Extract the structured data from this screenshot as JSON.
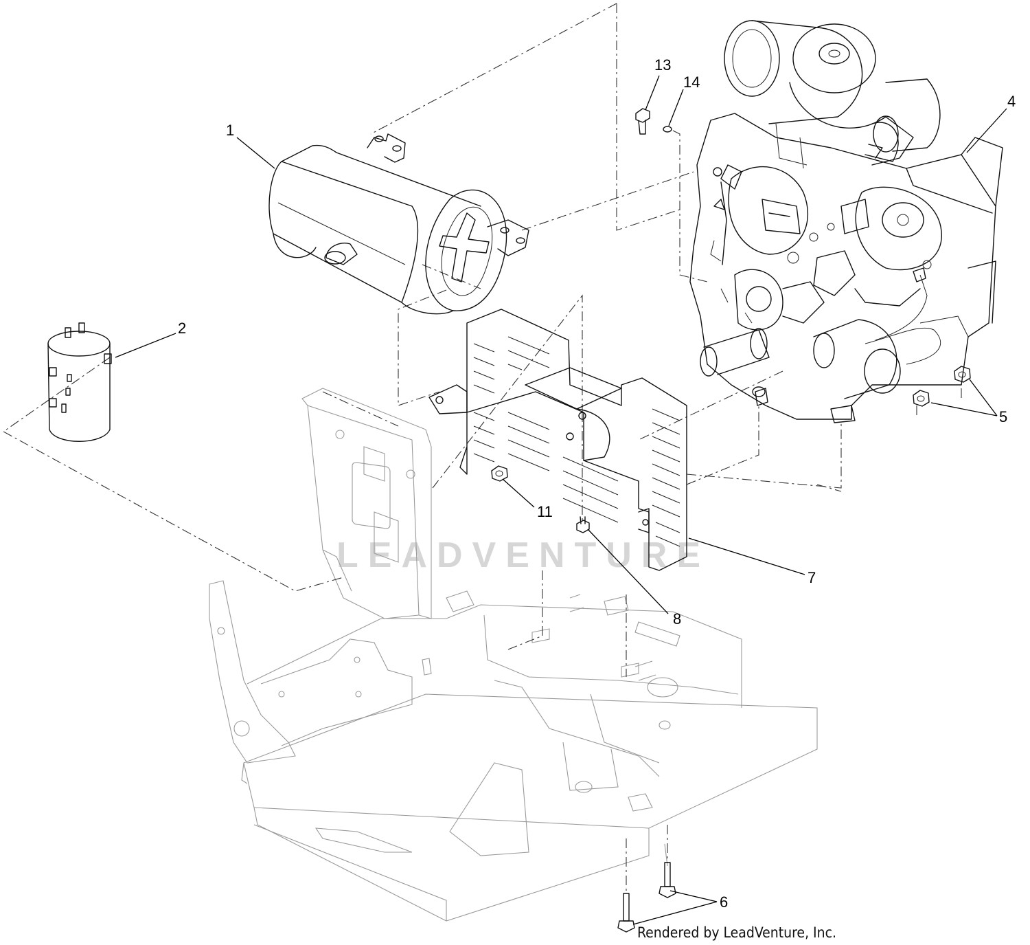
{
  "watermark": "LEADVENTURE",
  "credit": "Rendered by LeadVenture, Inc.",
  "callouts": {
    "c1": "1",
    "c2": "2",
    "c4": "4",
    "c5": "5",
    "c6": "6",
    "c7": "7",
    "c8": "8",
    "c11": "11",
    "c13": "13",
    "c14": "14"
  }
}
